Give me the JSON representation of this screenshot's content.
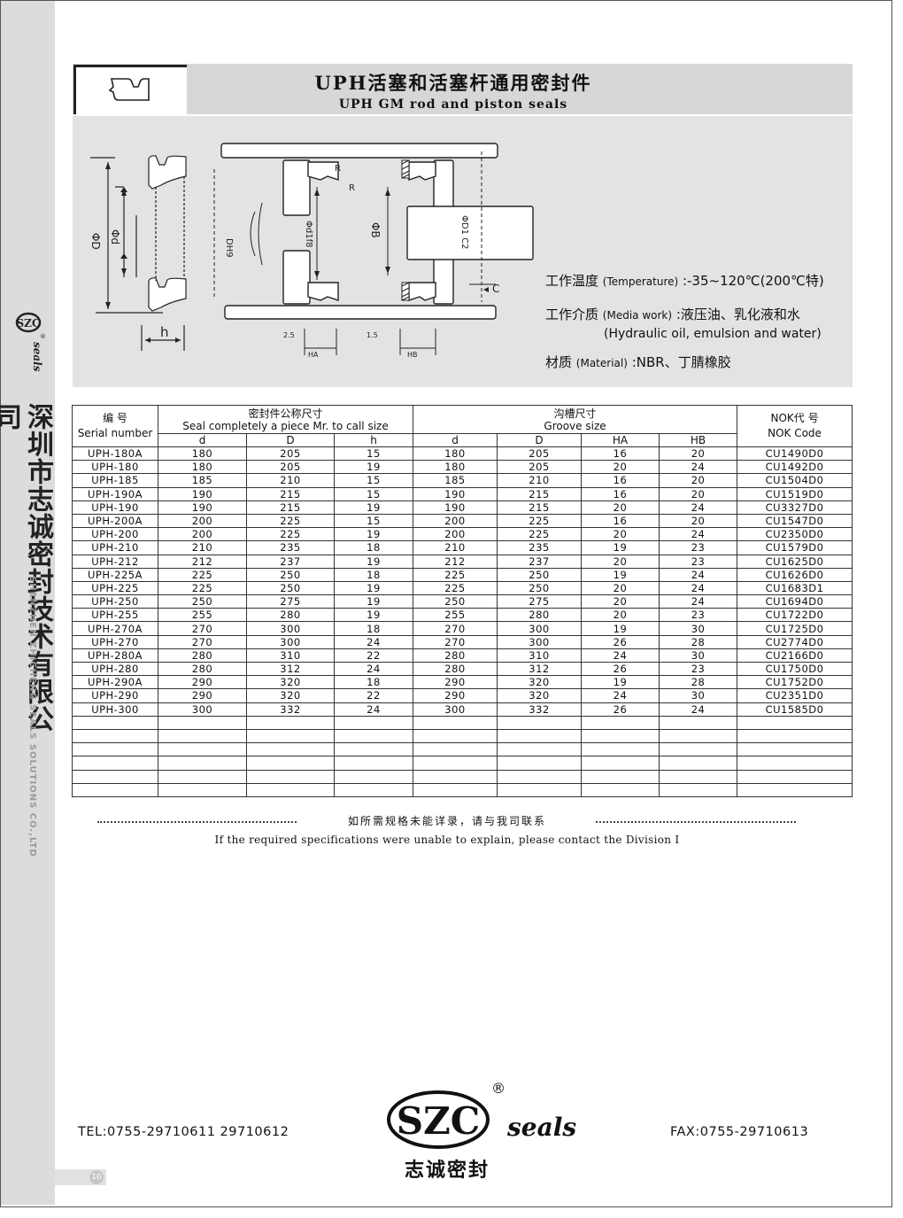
{
  "sidebar": {
    "logo_mark": "SZC",
    "logo_word": "seals",
    "logo_reg": "®",
    "company_cn": "深圳市志诚密封技术有限公司",
    "company_en": "SHENZHEN ZHICHENG SEALS SOLUTIONS CO.,LTD",
    "page_number": "10"
  },
  "header": {
    "title_cn": "UPH活塞和活塞杆通用密封件",
    "title_en": "UPH GM rod and piston seals"
  },
  "diagram": {
    "labels": {
      "phiD": "ΦD",
      "phid": "Φd",
      "h": "h",
      "R1": "R",
      "R2": "R",
      "C": "C",
      "DH9": "DH9",
      "d1": "Φd1f8",
      "phiB": "ΦB",
      "D1": "ΦD1 C2",
      "dim_left": "2.5",
      "dim_right": "1.5",
      "HA": "HA",
      "HB": "HB"
    }
  },
  "specs": {
    "temperature_cn": "工作温度",
    "temperature_en": "(Temperature)",
    "temperature_val": ":-35~120℃(200℃特)",
    "media_cn": "工作介质",
    "media_en": "(Media work)",
    "media_val": ":液压油、乳化液和水",
    "media_val_en": "(Hydraulic oil, emulsion and water)",
    "material_cn": "材质",
    "material_en": "(Material)",
    "material_val": ":NBR、丁腈橡胶"
  },
  "table": {
    "h_serial_cn": "编  号",
    "h_serial_en": "Serial number",
    "h_seal_cn": "密封件公称尺寸",
    "h_seal_en": "Seal completely a piece Mr. to call size",
    "h_groove_cn": "沟槽尺寸",
    "h_groove_en": "Groove size",
    "h_nok_cn": "NOK代 号",
    "h_nok_en": "NOK Code",
    "sub": [
      "d",
      "D",
      "h",
      "d",
      "D",
      "HA",
      "HB"
    ],
    "rows": [
      [
        "UPH-180A",
        "180",
        "205",
        "15",
        "180",
        "205",
        "16",
        "20",
        "CU1490D0"
      ],
      [
        "UPH-180",
        "180",
        "205",
        "19",
        "180",
        "205",
        "20",
        "24",
        "CU1492D0"
      ],
      [
        "UPH-185",
        "185",
        "210",
        "15",
        "185",
        "210",
        "16",
        "20",
        "CU1504D0"
      ],
      [
        "UPH-190A",
        "190",
        "215",
        "15",
        "190",
        "215",
        "16",
        "20",
        "CU1519D0"
      ],
      [
        "UPH-190",
        "190",
        "215",
        "19",
        "190",
        "215",
        "20",
        "24",
        "CU3327D0"
      ],
      [
        "UPH-200A",
        "200",
        "225",
        "15",
        "200",
        "225",
        "16",
        "20",
        "CU1547D0"
      ],
      [
        "UPH-200",
        "200",
        "225",
        "19",
        "200",
        "225",
        "20",
        "24",
        "CU2350D0"
      ],
      [
        "UPH-210",
        "210",
        "235",
        "18",
        "210",
        "235",
        "19",
        "23",
        "CU1579D0"
      ],
      [
        "UPH-212",
        "212",
        "237",
        "19",
        "212",
        "237",
        "20",
        "23",
        "CU1625D0"
      ],
      [
        "UPH-225A",
        "225",
        "250",
        "18",
        "225",
        "250",
        "19",
        "24",
        "CU1626D0"
      ],
      [
        "UPH-225",
        "225",
        "250",
        "19",
        "225",
        "250",
        "20",
        "24",
        "CU1683D1"
      ],
      [
        "UPH-250",
        "250",
        "275",
        "19",
        "250",
        "275",
        "20",
        "24",
        "CU1694D0"
      ],
      [
        "UPH-255",
        "255",
        "280",
        "19",
        "255",
        "280",
        "20",
        "23",
        "CU1722D0"
      ],
      [
        "UPH-270A",
        "270",
        "300",
        "18",
        "270",
        "300",
        "19",
        "30",
        "CU1725D0"
      ],
      [
        "UPH-270",
        "270",
        "300",
        "24",
        "270",
        "300",
        "26",
        "28",
        "CU2774D0"
      ],
      [
        "UPH-280A",
        "280",
        "310",
        "22",
        "280",
        "310",
        "24",
        "30",
        "CU2166D0"
      ],
      [
        "UPH-280",
        "280",
        "312",
        "24",
        "280",
        "312",
        "26",
        "23",
        "CU1750D0"
      ],
      [
        "UPH-290A",
        "290",
        "320",
        "18",
        "290",
        "320",
        "19",
        "28",
        "CU1752D0"
      ],
      [
        "UPH-290",
        "290",
        "320",
        "22",
        "290",
        "320",
        "24",
        "30",
        "CU2351D0"
      ],
      [
        "UPH-300",
        "300",
        "332",
        "24",
        "300",
        "332",
        "26",
        "24",
        "CU1585D0"
      ]
    ]
  },
  "note": {
    "cn": "如所需规格未能详录，请与我司联系",
    "en": "If the required specifications were unable to explain, please contact the Division I"
  },
  "footer": {
    "tel": "TEL:0755-29710611  29710612",
    "fax": "FAX:0755-29710613",
    "logo_mark": "SZC",
    "logo_word": "seals",
    "logo_reg": "®",
    "logo_cn": "志诚密封"
  }
}
